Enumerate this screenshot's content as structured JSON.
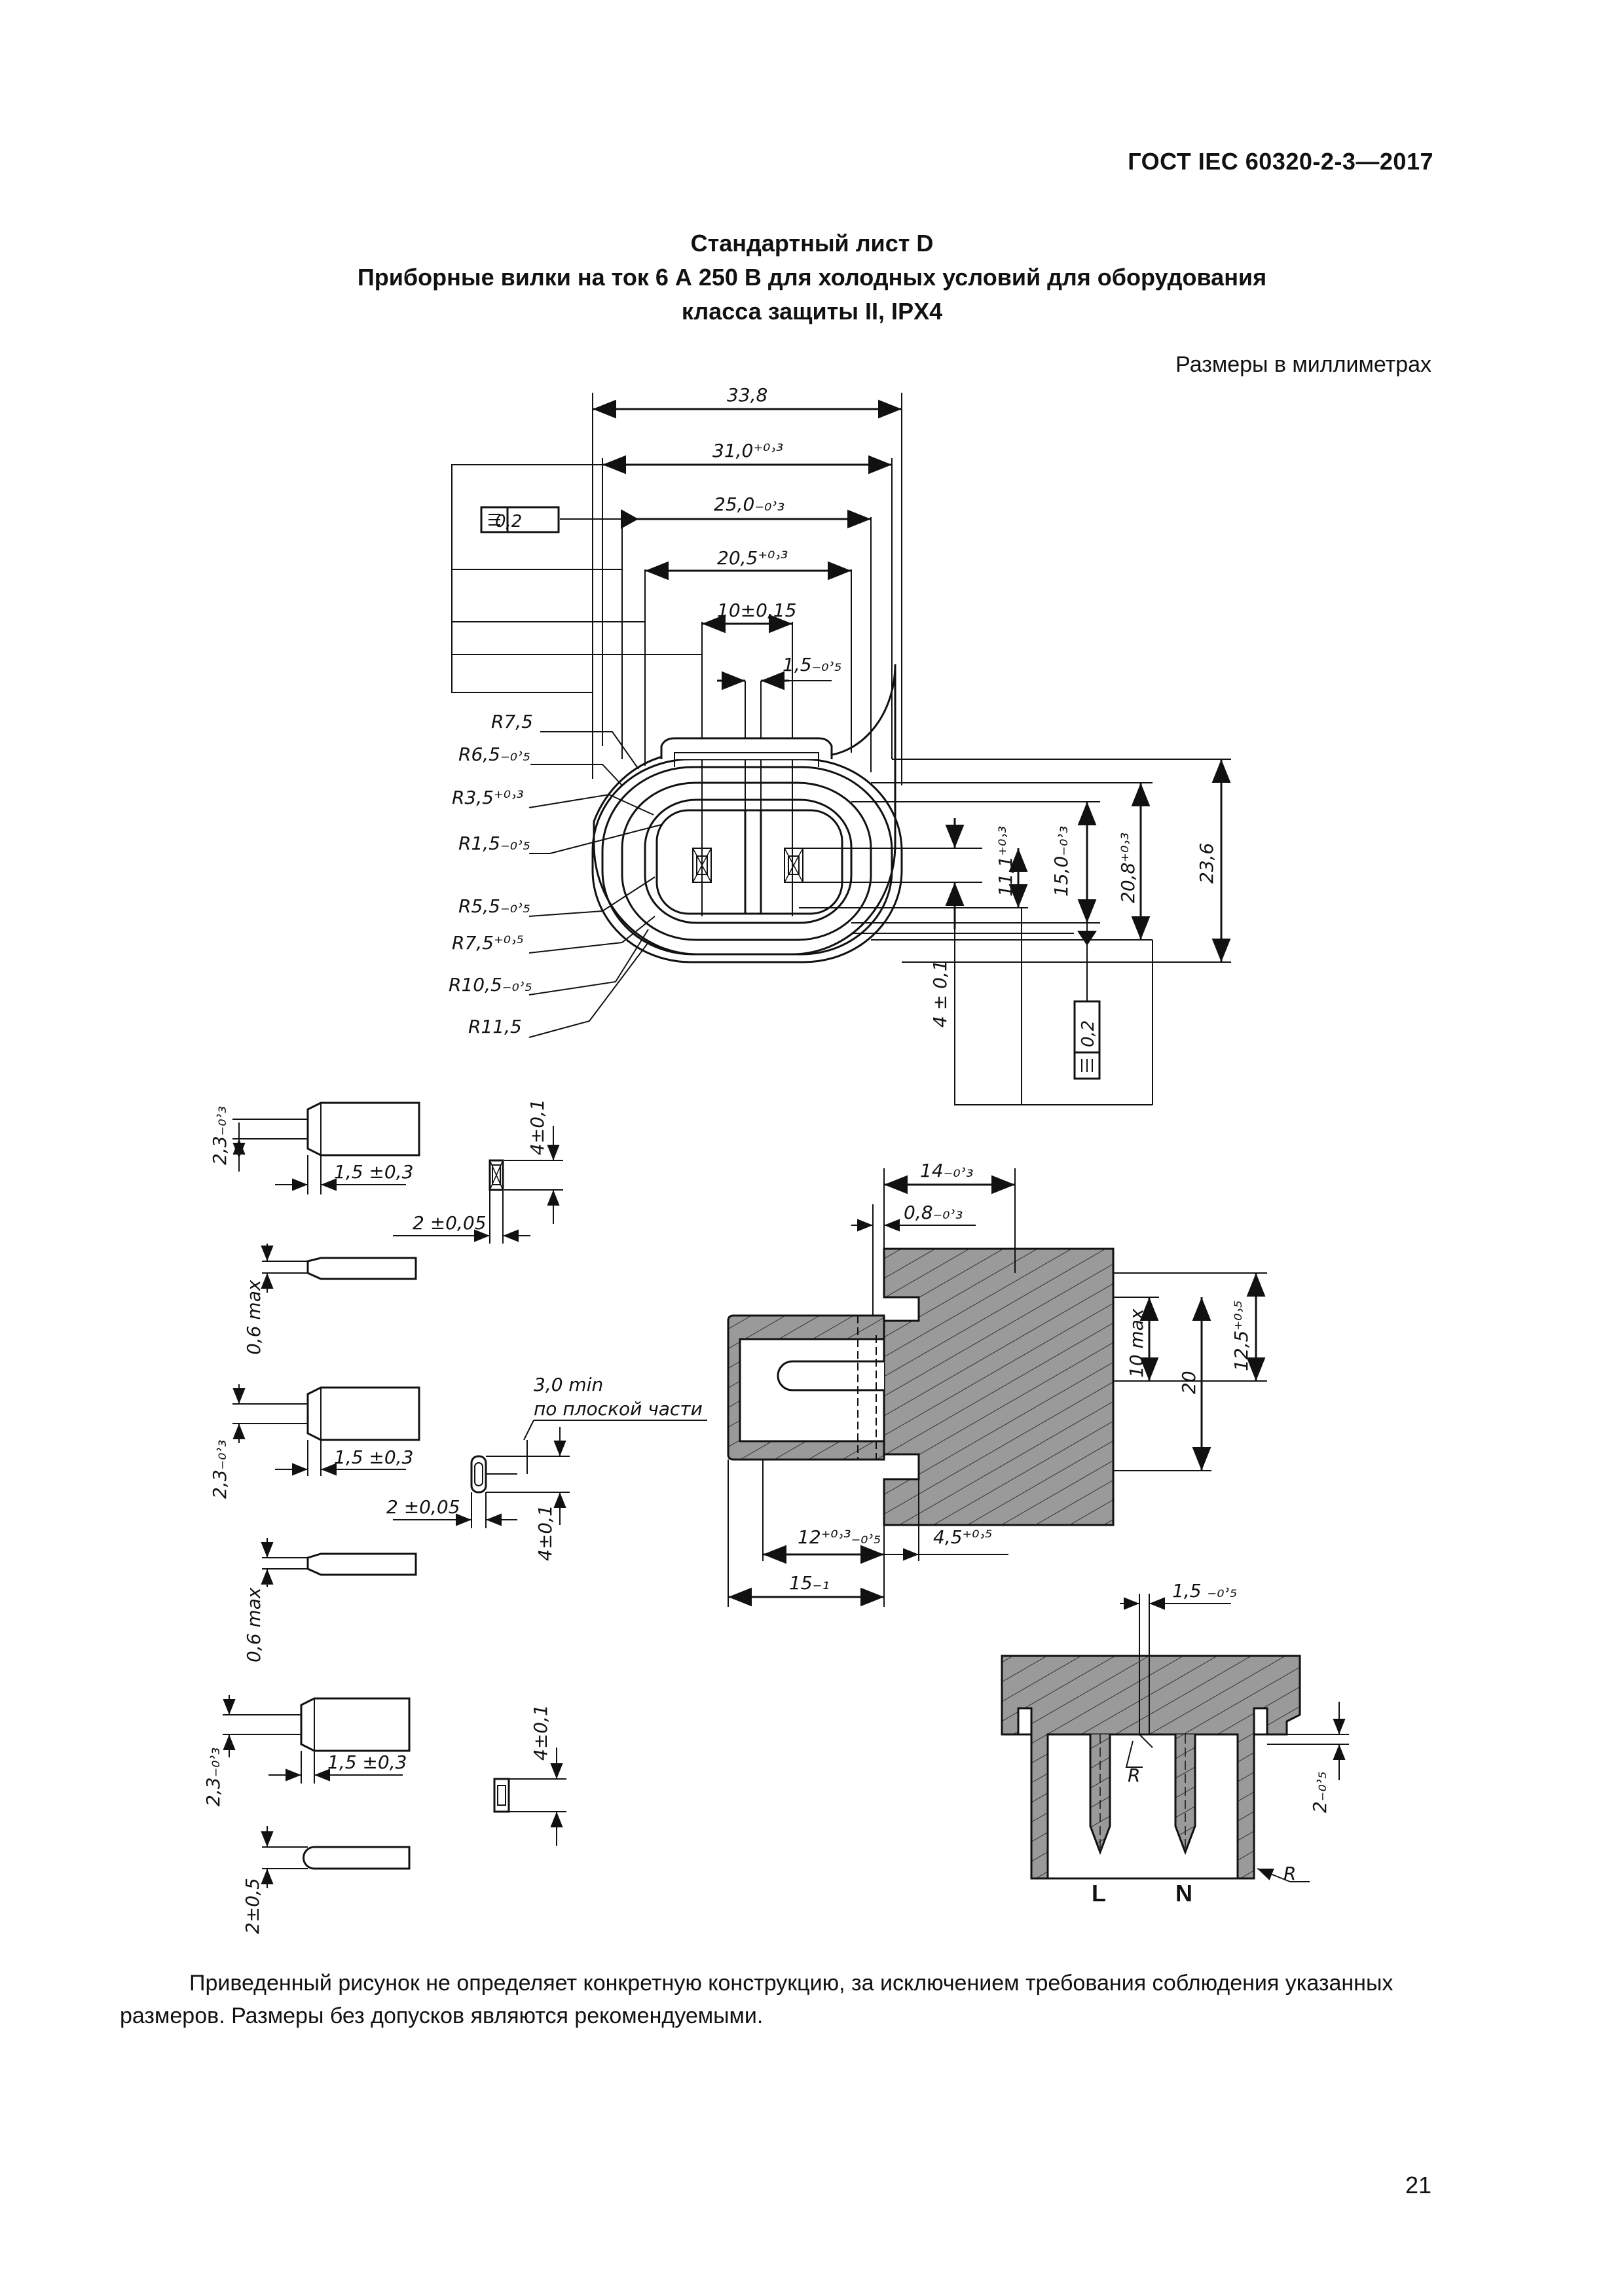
{
  "header": {
    "standard": "ГОСТ IEC 60320-2-3—2017"
  },
  "title": {
    "line1": "Стандартный лист D",
    "line2": "Приборные вилки на ток 6 А 250 В для холодных условий для оборудования",
    "line3": "класса защиты II, IPX4"
  },
  "units_note": "Размеры в миллиметрах",
  "footnote": "Приведенный рисунок не определяет конкретную конструкцию, за исключением требования соблюдения указанных размеров. Размеры без допусков являются рекомендуемыми.",
  "page_number": "21",
  "drawing": {
    "dims": {
      "d33_8": "33,8",
      "d31_0": "31,0⁺⁰˒³",
      "d25_0": "25,0₋₀˒₃",
      "d20_5": "20,5⁺⁰˒³",
      "d10": "10±0,15",
      "d1_5_top": "1,5₋₀˒₅",
      "r7_5": "R7,5",
      "r6_5": "R6,5₋₀˒₅",
      "r3_5": "R3,5⁺⁰˒³",
      "r1_5": "R1,5₋₀˒₅",
      "r5_5": "R5,5₋₀˒₅",
      "r7_5b": "R7,5⁺⁰˒⁵",
      "r10_5": "R10,5₋₀˒₅",
      "r11_5": "R11,5",
      "v11_1": "11,1⁺⁰˒³",
      "v15_0": "15,0₋₀˒₃",
      "v20_8": "20,8⁺⁰˒³",
      "v23_6": "23,6",
      "v4_top": "4 ± 0,1",
      "tol_02": "0,2",
      "p2_3": "2,3₋₀˒₃",
      "p1_5": "1,5 ±0,3",
      "p0_6max": "0,6 max",
      "p4_01": "4±0,1",
      "p2_005": "2 ±0,05",
      "p3_0min_1": "3,0 min",
      "p3_0min_2": "по плоской части",
      "p2_05": "2±0,5",
      "s14": "14₋₀˒₃",
      "s0_8": "0,8₋₀˒₃",
      "s10max": "10 max",
      "s20": "20",
      "s12_5": "12,5⁺⁰˒⁵",
      "s12": "12⁺⁰˒³₋₀˒₅",
      "s4_5": "4,5⁺⁰˒⁵",
      "s15": "15₋₁",
      "b1_5": "1,5 ₋₀˒₅",
      "b2": "2₋₀˒₅",
      "bR": "R",
      "label_L": "L",
      "label_N": "N"
    }
  }
}
